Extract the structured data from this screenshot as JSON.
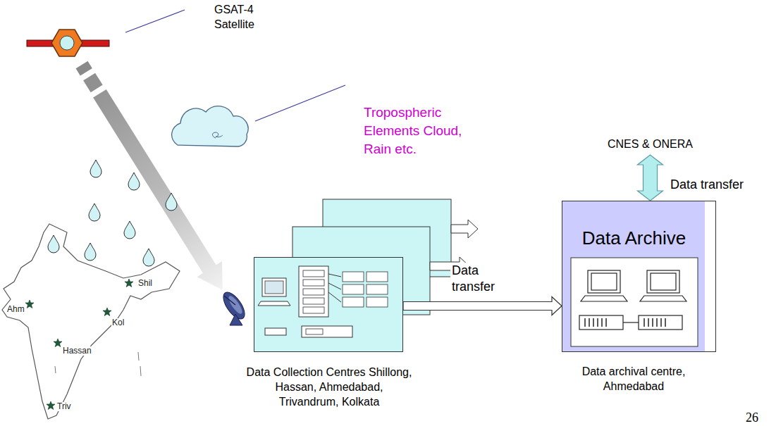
{
  "diagram": {
    "nodes": [
      {
        "text": [
          "Data Collection Centres Shillong, Hassan, Ahmedabad, Trivandrum, Kolkata"
        ]
      },
      {
        "text": [
          "Data Archive",
          "Data archival centre, Ahmedabad"
        ]
      },
      {
        "text": [
          "CNES & ONERA"
        ]
      }
    ],
    "edges": [
      {
        "from": 0,
        "to": 1,
        "label": "Data transfer",
        "arrow": "to"
      },
      {
        "from": 2,
        "to": 1,
        "label": "Data transfer",
        "arrow": "both"
      }
    ],
    "labels": [
      "GSAT-4 Satellite",
      "Tropospheric Elements Cloud, Rain etc.",
      "Shil",
      "Ahm",
      "Kol",
      "Hassan",
      "Triv",
      "26"
    ]
  }
}
